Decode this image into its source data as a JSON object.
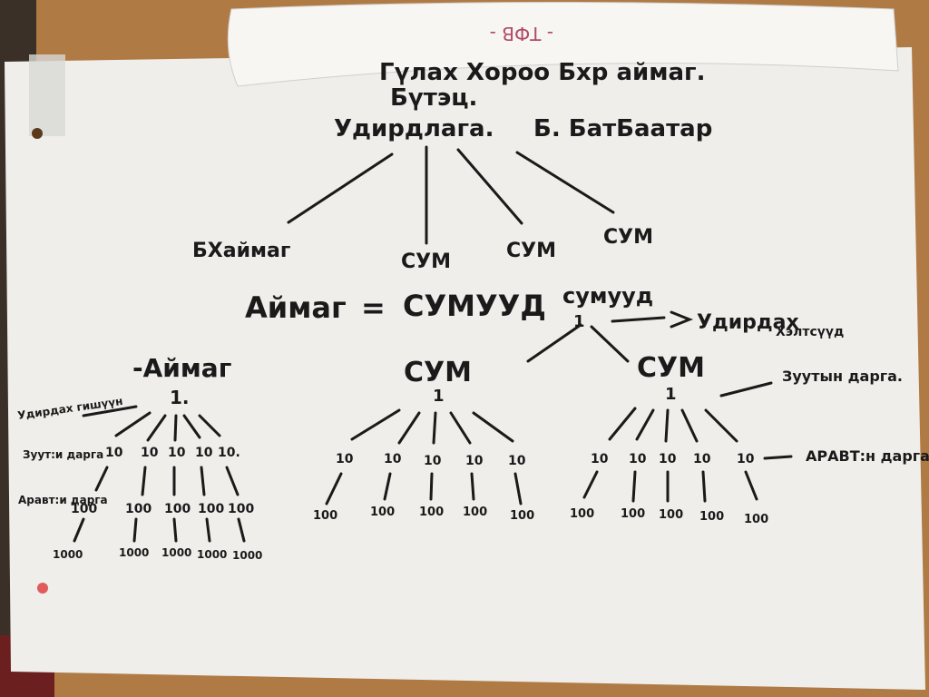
{
  "colors": {
    "ink": "#1a1a1a",
    "paper": "#f1f0ee",
    "board": "#b07a45",
    "tape": "#d6d6d2"
  },
  "sheet": {
    "top_fold_text": "- ТФВ -",
    "line1": "Гүлах Хороо Бхр аймаг.",
    "line2": "Бүтэц.",
    "heading": "Удирдлага.",
    "author": "Б. БатБаатар"
  },
  "top_tree": {
    "children": [
      "БХаймаг",
      "СУМ",
      "СУМ",
      "СУМ"
    ]
  },
  "equation": {
    "left": "Аймаг",
    "eq": "=",
    "right": "СУМУУД",
    "sub": "сумууд",
    "one": "1",
    "arrow_label": "Удирдах",
    "arrow_label2": "Хэлтсүүд"
  },
  "left_tree": {
    "title": "-Аймаг",
    "root": "1.",
    "label_root": "Удирдах гишүүн",
    "label_l2": "Зуут:и дарга",
    "label_l3": "Аравт:и дарга",
    "l2": [
      "10",
      "10",
      "10",
      "10",
      "10."
    ],
    "l3": [
      "100",
      "100",
      "100",
      "100",
      "100"
    ],
    "l4": [
      "1000",
      "1000",
      "1000",
      "1000",
      "1000"
    ]
  },
  "mid_tree": {
    "title": "СУМ",
    "root": "1",
    "l2": [
      "10",
      "10",
      "10",
      "10",
      "10"
    ],
    "l3": [
      "100",
      "100",
      "100",
      "100",
      "100"
    ]
  },
  "right_tree": {
    "title": "СУМ",
    "root": "1",
    "label_root": "Зуутын дарга.",
    "label_l2": "АРАВТ:н дарга.",
    "l2": [
      "10",
      "10",
      "10",
      "10",
      "10"
    ],
    "l3": [
      "100",
      "100",
      "100",
      "100",
      "100"
    ]
  }
}
